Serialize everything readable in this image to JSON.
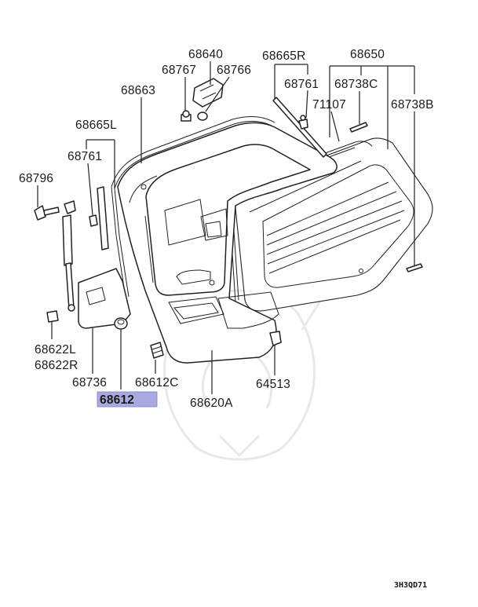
{
  "diagram": {
    "selected_part": "68612",
    "highlight_color": "#a8aadf",
    "diagram_code": "3H3QD71",
    "labels": {
      "p68640": "68640",
      "p68767": "68767",
      "p68766": "68766",
      "p68665R": "68665R",
      "p68650": "68650",
      "p68663": "68663",
      "p68761r": "68761",
      "p68738C": "68738C",
      "p71107": "71107",
      "p68738B": "68738B",
      "p68665L": "68665L",
      "p68761l": "68761",
      "p68796": "68796",
      "p68622L": "68622L",
      "p68622R": "68622R",
      "p68736": "68736",
      "p68612C": "68612C",
      "p64513": "64513",
      "p68612": "68612",
      "p68620A": "68620A"
    }
  }
}
